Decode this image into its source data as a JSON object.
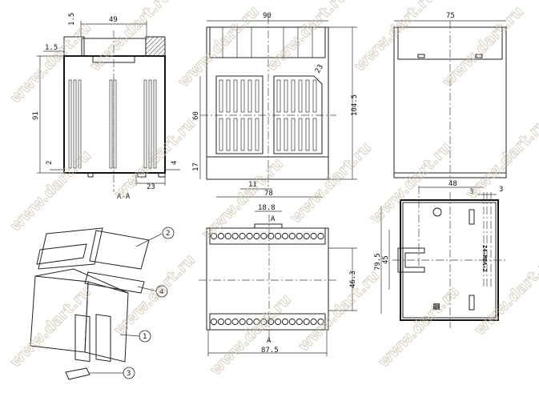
{
  "section_view": {
    "title": "A-A",
    "dims": {
      "width_top": "49",
      "wall_top": "1.5",
      "wall_side": "1.5",
      "height": "91",
      "foot_left": "2",
      "foot_right": "4",
      "rail_clip": "23"
    }
  },
  "front_view": {
    "dims": {
      "width": "90",
      "height": "104.5",
      "vent_height": "60",
      "vent_bottom": "17",
      "vent_offset": "11",
      "vent_width": "78",
      "corner": "23"
    }
  },
  "side_view": {
    "dims": {
      "depth": "75"
    }
  },
  "top_view": {
    "section_marker_top": "A",
    "section_marker_bottom": "A",
    "dims": {
      "terminal_pitch_block": "18.8",
      "inner_height": "46.3",
      "width": "87.5"
    }
  },
  "bottom_view": {
    "part_code": "Z4-MDA-2",
    "dims": {
      "offset": "48",
      "gap_left": "3",
      "gap_right": "3",
      "height": "79.5",
      "inner": "45"
    }
  },
  "exploded_view": {
    "callouts": [
      "1",
      "2",
      "3",
      "4"
    ]
  },
  "watermark": "www.dart.ru"
}
